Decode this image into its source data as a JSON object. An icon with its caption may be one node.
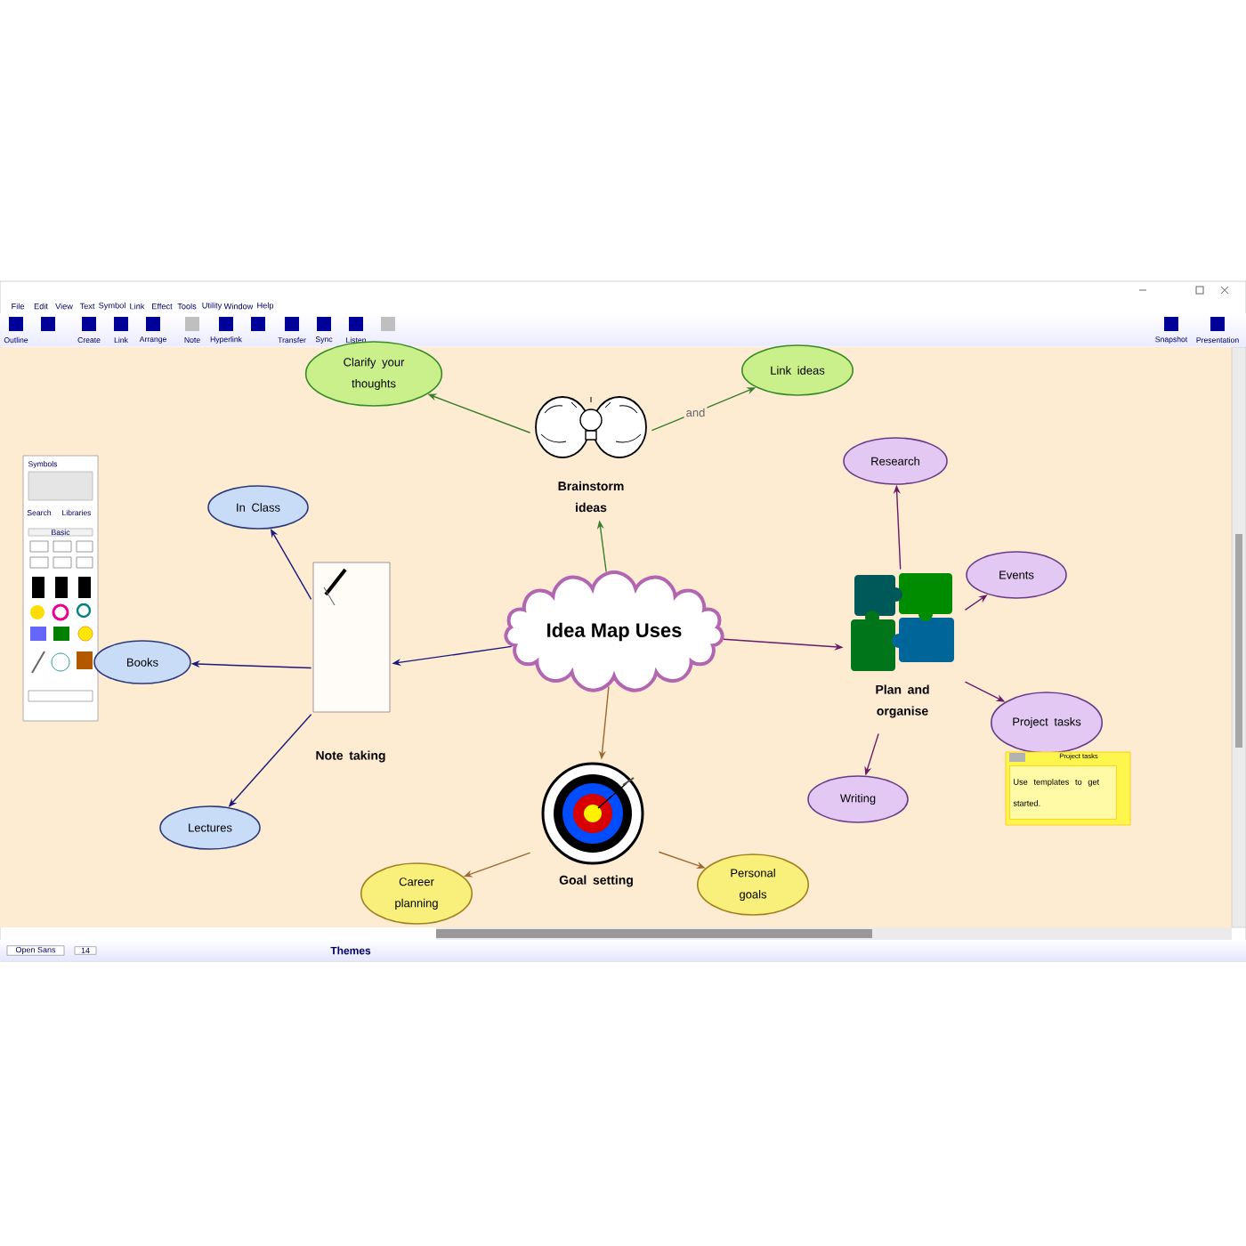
{
  "diagram": {
    "nodes": [
      {
        "text": [
          "Idea Map Uses"
        ]
      },
      {
        "text": [
          "Brainstorm ideas"
        ]
      },
      {
        "text": [
          "Clarify your thoughts"
        ]
      },
      {
        "text": [
          "Link ideas"
        ]
      },
      {
        "text": [
          "Research"
        ]
      },
      {
        "text": [
          "Events"
        ]
      },
      {
        "text": [
          "Plan and organise"
        ]
      },
      {
        "text": [
          "Project tasks"
        ]
      },
      {
        "text": [
          "Writing"
        ]
      },
      {
        "text": [
          "Note taking"
        ]
      },
      {
        "text": [
          "In Class"
        ]
      },
      {
        "text": [
          "Books"
        ]
      },
      {
        "text": [
          "Lectures"
        ]
      },
      {
        "text": [
          "Goal setting"
        ]
      },
      {
        "text": [
          "Career planning"
        ]
      },
      {
        "text": [
          "Personal goals"
        ]
      },
      {
        "text": [
          "Project tasks",
          "Use templates to get started."
        ]
      }
    ],
    "edges": [
      {
        "from": 0,
        "to": 1,
        "arrow": "to",
        "color": "#3a7d2c"
      },
      {
        "from": 1,
        "to": 2,
        "arrow": "to",
        "color": "#3a7d2c"
      },
      {
        "from": 1,
        "to": 3,
        "arrow": "to",
        "color": "#3a7d2c",
        "label": "and"
      },
      {
        "from": 0,
        "to": 6,
        "arrow": "to",
        "color": "#6a1a6a"
      },
      {
        "from": 6,
        "to": 4,
        "arrow": "to",
        "color": "#6a1a6a"
      },
      {
        "from": 6,
        "to": 5,
        "arrow": "to",
        "color": "#6a1a6a"
      },
      {
        "from": 6,
        "to": 7,
        "arrow": "to",
        "color": "#6a1a6a"
      },
      {
        "from": 6,
        "to": 8,
        "arrow": "to",
        "color": "#6a1a6a"
      },
      {
        "from": 0,
        "to": 9,
        "arrow": "to",
        "color": "#1a1a7a"
      },
      {
        "from": 9,
        "to": 10,
        "arrow": "to",
        "color": "#1a1a7a"
      },
      {
        "from": 9,
        "to": 11,
        "arrow": "to",
        "color": "#1a1a7a"
      },
      {
        "from": 9,
        "to": 12,
        "arrow": "to",
        "color": "#1a1a7a"
      },
      {
        "from": 0,
        "to": 13,
        "arrow": "to",
        "color": "#9a6a30"
      },
      {
        "from": 13,
        "to": 14,
        "arrow": "to",
        "color": "#9a6a30"
      },
      {
        "from": 13,
        "to": 15,
        "arrow": "to",
        "color": "#9a6a30"
      }
    ],
    "labels": [
      "File",
      "Edit",
      "View",
      "Text",
      "Symbol",
      "Link",
      "Effect",
      "Tools",
      "Utility",
      "Window",
      "Help",
      "Outline",
      "Create",
      "Link",
      "Arrange",
      "Note",
      "Hyperlink",
      "Transfer",
      "Sync",
      "Listen",
      "Snapshot",
      "Presentation",
      "Symbols",
      "Search",
      "Libraries",
      "Basic",
      "Open Sans",
      "14",
      "Themes"
    ]
  }
}
